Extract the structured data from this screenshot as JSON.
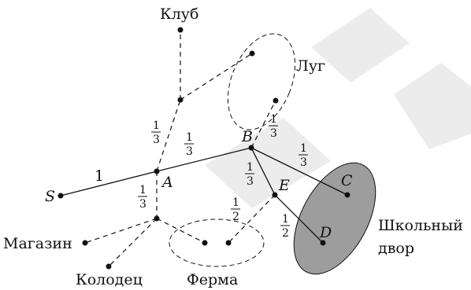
{
  "places": {
    "club": "Клуб",
    "meadow": "Луг",
    "shop": "Магазин",
    "well": "Колодец",
    "farm": "Ферма",
    "school_line1": "Школьный",
    "school_line2": "двор"
  },
  "points": {
    "S": "S",
    "A": "A",
    "B": "B",
    "C": "C",
    "D": "D",
    "E": "E"
  },
  "edge_labels": {
    "SA": "1",
    "A_up": {
      "num": "1",
      "den": "3"
    },
    "AB": {
      "num": "1",
      "den": "3"
    },
    "A_down": {
      "num": "1",
      "den": "3"
    },
    "B_meadow": {
      "num": "1",
      "den": "3"
    },
    "BC": {
      "num": "1",
      "den": "3"
    },
    "BE": {
      "num": "1",
      "den": "3"
    },
    "E_farm": {
      "num": "1",
      "den": "2"
    },
    "ED": {
      "num": "1",
      "den": "2"
    }
  },
  "colors": {
    "line": "#111111",
    "school_fill": "#8c8c8c",
    "watermark": "#dcdcdc"
  }
}
